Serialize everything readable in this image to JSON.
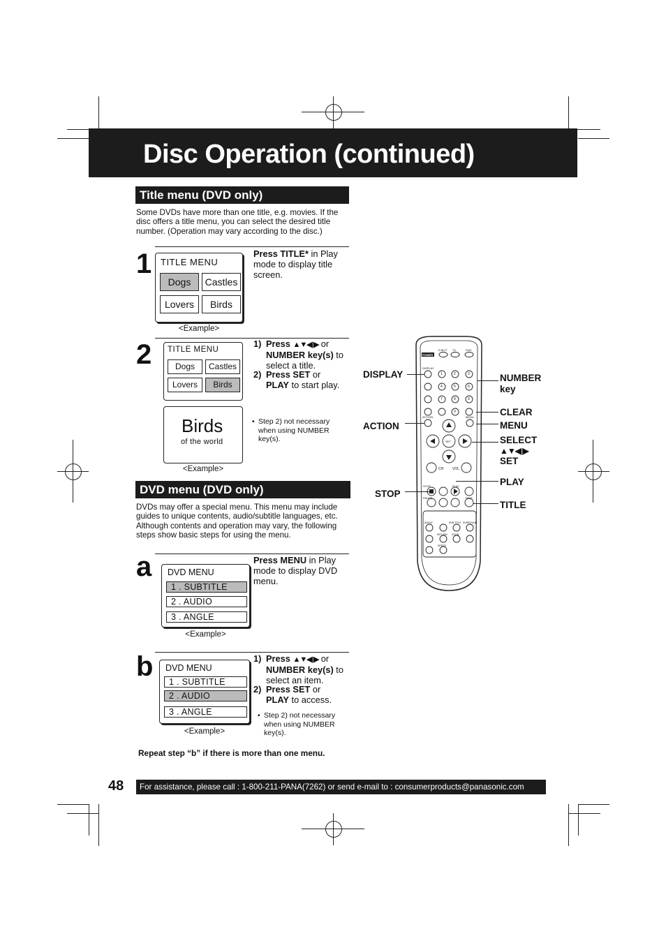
{
  "page_title": "Disc Operation (continued)",
  "title_menu_section": {
    "heading": "Title menu (DVD only)",
    "intro": "Some DVDs have more than one title, e.g. movies. If the disc offers a title menu, you can select the desired title number. (Operation may vary according to the disc.)",
    "step1": {
      "number": "1",
      "screen_label": "TITLE  MENU",
      "cells": [
        "Dogs",
        "Castles",
        "Lovers",
        "Birds"
      ],
      "caption": "<Example>",
      "instr_bold": "Press TITLE*",
      "instr_rest": " in Play mode to display title screen."
    },
    "step2": {
      "number": "2",
      "screen_label": "TITLE  MENU",
      "cells": [
        "Dogs",
        "Castles",
        "Lovers",
        "Birds"
      ],
      "birds_title": "Birds",
      "birds_sub": "of  the  world",
      "caption": "<Example>",
      "line1_num": "1)",
      "line1_a": "Press ",
      "line1_arrows": "▲▼◀ ▶",
      "line1_b": " or",
      "line1_c": "NUMBER key(s)",
      "line1_d": " to select a title.",
      "line2_num": "2)",
      "line2_a": "Press SET",
      "line2_b": " or",
      "line2_c": "PLAY",
      "line2_d": " to start play.",
      "note": "Step 2) not necessary when using NUMBER key(s)."
    }
  },
  "dvd_menu_section": {
    "heading": "DVD menu (DVD only)",
    "intro": "DVDs may offer a special menu. This menu may include guides to unique contents, audio/subtitle languages, etc. Although contents and operation may vary, the following steps show basic steps for using the menu.",
    "stepa": {
      "letter": "a",
      "screen_label": "DVD MENU",
      "items": [
        "1 . SUBTITLE",
        "2 . AUDIO",
        "3 . ANGLE"
      ],
      "caption": "<Example>",
      "instr_bold": "Press MENU",
      "instr_rest": " in Play mode to display DVD menu."
    },
    "stepb": {
      "letter": "b",
      "screen_label": "DVD MENU",
      "items": [
        "1 . SUBTITLE",
        "2 . AUDIO",
        "3 . ANGLE"
      ],
      "caption": "<Example>",
      "line1_num": "1)",
      "line1_a": "Press ",
      "line1_arrows": "▲▼◀ ▶",
      "line1_b": " or",
      "line1_c": "NUMBER key(s)",
      "line1_d": " to select an item.",
      "line2_num": "2)",
      "line2_a": "Press SET",
      "line2_b": " or",
      "line2_c": "PLAY",
      "line2_d": " to access.",
      "note": "Step 2) not necessary when using NUMBER key(s)."
    },
    "repeat_note": "Repeat step “b” if there is more than one menu."
  },
  "remote": {
    "callouts_left": [
      "DISPLAY",
      "ACTION",
      "STOP"
    ],
    "callouts_right": [
      "NUMBER key",
      "CLEAR",
      "MENU",
      "SELECT",
      "▲▼◀ ▶",
      "SET",
      "PLAY",
      "TITLE"
    ],
    "keys": {
      "power": "POWER",
      "eject": "EJECT",
      "tv": "TV",
      "dvd": "DVD",
      "display": "DISPLAY",
      "num1": "1",
      "num2": "2",
      "num3": "3",
      "num4": "4",
      "num5": "5",
      "num6": "6",
      "num7": "7",
      "num8": "8",
      "num9": "9",
      "num0": "0",
      "action": "ACTION",
      "menu": "MENU",
      "set": "SET",
      "ch": "CH",
      "vol": "VOL",
      "stop": "STOP",
      "play": "PLAY",
      "pause": "PAUSE",
      "title": "TITLE",
      "angle": "ANGLE",
      "subtitle": "SUB TITLE",
      "surround": "SURROUND",
      "return": "RETURN",
      "zoom": "ZOOM",
      "speed": "SPEED"
    }
  },
  "page_number": "48",
  "footer": "For assistance, please call : 1-800-211-PANA(7262) or send e-mail to : consumerproducts@panasonic.com"
}
